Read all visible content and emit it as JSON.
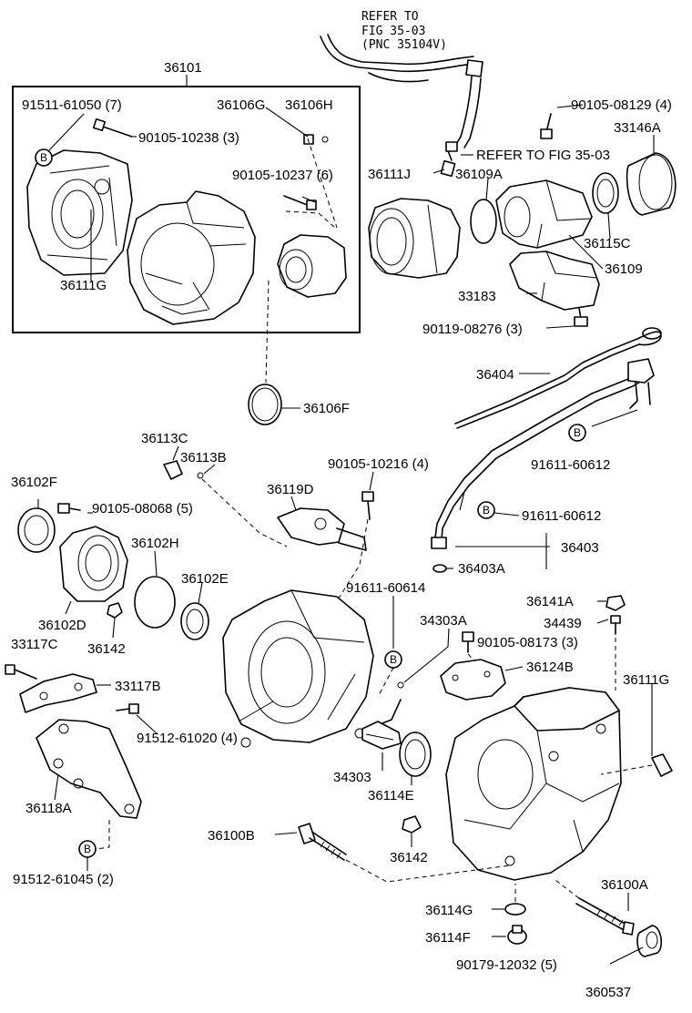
{
  "refer_note_top": [
    "REFER TO",
    "FIG 35-03",
    "(PNC 35104V)"
  ],
  "refer_note_mid": "REFER TO FIG 35-03",
  "diagram_id": "360537",
  "marker_letter": "B",
  "labels": {
    "l36101": "36101",
    "l91511_61050": "91511-61050 (7)",
    "l36106G": "36106G",
    "l36106H": "36106H",
    "l90105_10238": "90105-10238 (3)",
    "l90105_10237": "90105-10237 (6)",
    "l36111G_top": "36111G",
    "l36106F": "36106F",
    "l90105_08129": "90105-08129 (4)",
    "l33146A": "33146A",
    "l36111J": "36111J",
    "l36109A": "36109A",
    "l36115C": "36115C",
    "l36109": "36109",
    "l33183": "33183",
    "l90119_08276": "90119-08276 (3)",
    "l36404": "36404",
    "l91611_60612_a": "91611-60612",
    "l91611_60612_b": "91611-60612",
    "l36403": "36403",
    "l36403A": "36403A",
    "l36113C": "36113C",
    "l36113B": "36113B",
    "l90105_10216": "90105-10216 (4)",
    "l36119D": "36119D",
    "l36102F": "36102F",
    "l90105_08068": "90105-08068 (5)",
    "l36102H": "36102H",
    "l36102E": "36102E",
    "l36102D": "36102D",
    "l36142_a": "36142",
    "l91611_60614": "91611-60614",
    "l34303A": "34303A",
    "l36141A": "36141A",
    "l34439": "34439",
    "l90105_08173": "90105-08173 (3)",
    "l36124B": "36124B",
    "l36111G_right": "36111G",
    "l33117C": "33117C",
    "l33117B": "33117B",
    "l91512_61020": "91512-61020 (4)",
    "l36118A": "36118A",
    "l91512_61045": "91512-61045 (2)",
    "l34303": "34303",
    "l36114E": "36114E",
    "l36100B": "36100B",
    "l36142_b": "36142",
    "l36100A": "36100A",
    "l36114G": "36114G",
    "l36114F": "36114F",
    "l90179_12032": "90179-12032 (5)"
  }
}
